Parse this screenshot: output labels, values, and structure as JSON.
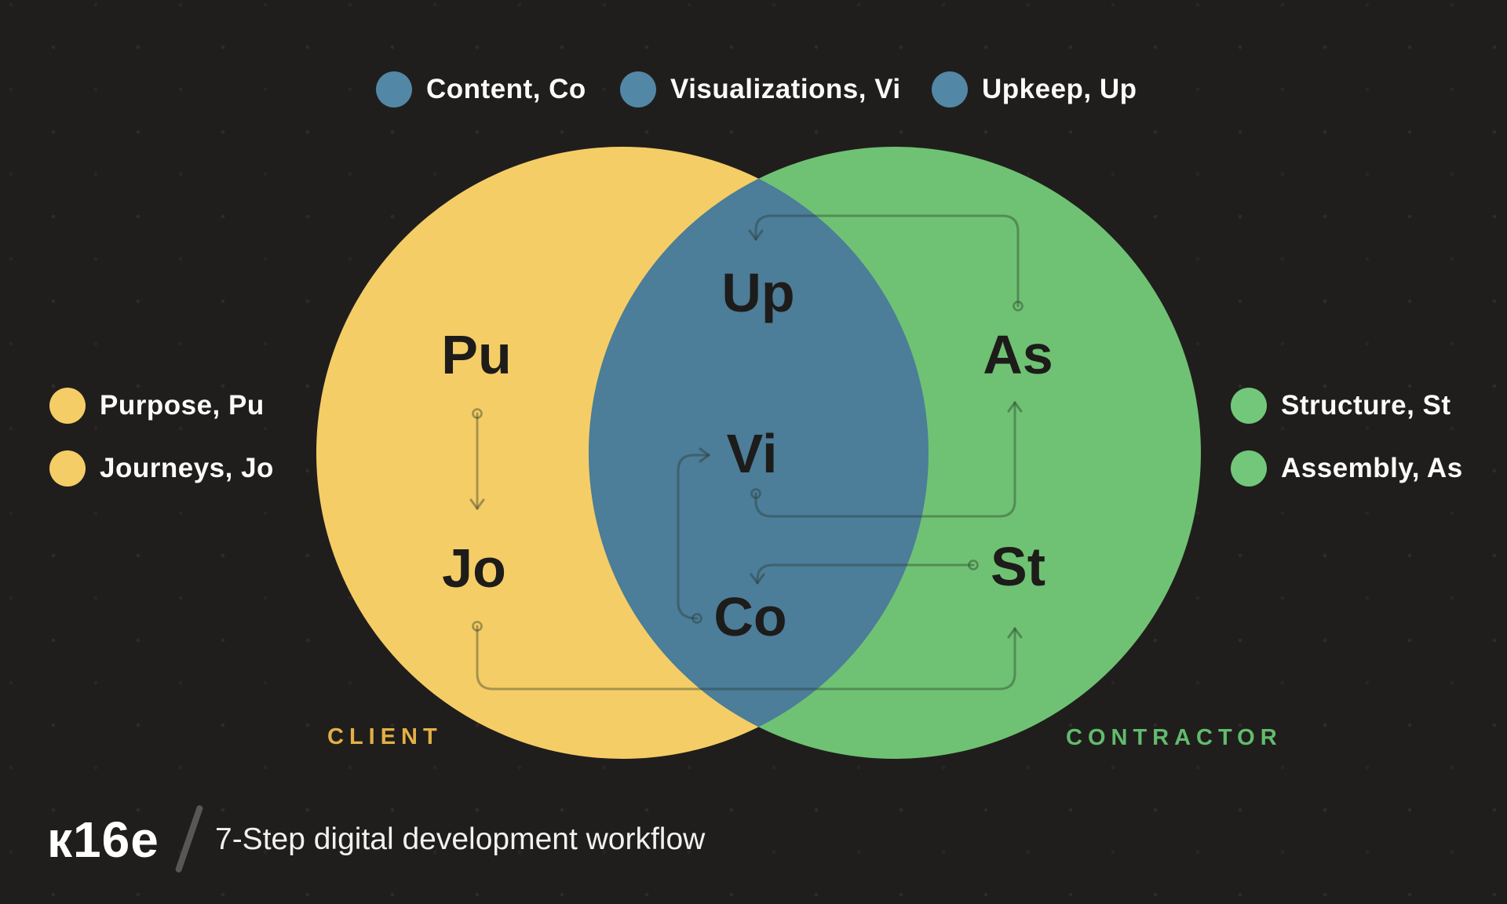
{
  "header_legend": {
    "items": [
      {
        "label": "Content, Co"
      },
      {
        "label": "Visualizations, Vi"
      },
      {
        "label": "Upkeep, Up"
      }
    ]
  },
  "left_legend": {
    "items": [
      {
        "label": "Purpose, Pu"
      },
      {
        "label": "Journeys, Jo"
      }
    ]
  },
  "right_legend": {
    "items": [
      {
        "label": "Structure, St"
      },
      {
        "label": "Assembly, As"
      }
    ]
  },
  "venn": {
    "client_caption": "CLIENT",
    "contractor_caption": "CONTRACTOR",
    "nodes": {
      "pu": "Pu",
      "jo": "Jo",
      "up": "Up",
      "vi": "Vi",
      "co": "Co",
      "as": "As",
      "st": "St"
    }
  },
  "workflow": {
    "step_count": 7,
    "steps": [
      "Purpose, Pu",
      "Journeys, Jo",
      "Structure, St",
      "Content, Co",
      "Visualizations, Vi",
      "Assembly, As",
      "Upkeep, Up"
    ],
    "arrows": [
      {
        "from": "Pu",
        "to": "Jo"
      },
      {
        "from": "Jo",
        "to": "St"
      },
      {
        "from": "St",
        "to": "Co"
      },
      {
        "from": "Co",
        "to": "Vi"
      },
      {
        "from": "Vi",
        "to": "As"
      },
      {
        "from": "As",
        "to": "Up"
      }
    ]
  },
  "footer": {
    "logo": "к16e",
    "title": "7-Step digital development workflow"
  },
  "colors": {
    "background": "#201e1c",
    "client_circle": "#f5cd66",
    "contractor_circle": "#6fc273",
    "shared_overlap": "#4c7d99",
    "client_caption": "#e2b045",
    "contractor_caption": "#62bb6e",
    "legend_text": "#fbfaf9",
    "node_text": "#1d1c1a"
  }
}
